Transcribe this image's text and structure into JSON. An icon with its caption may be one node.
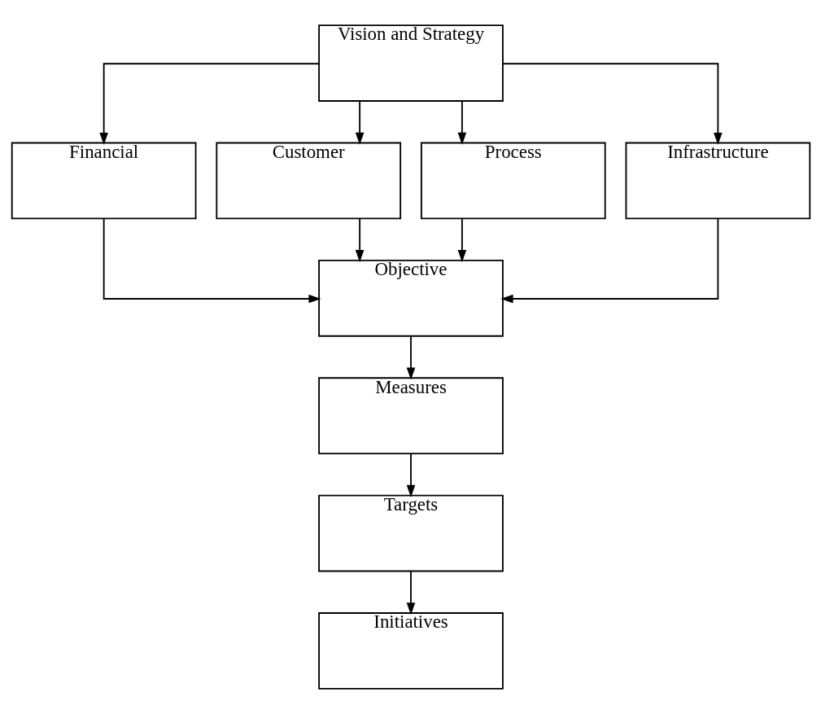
{
  "diagram": {
    "nodes": [
      {
        "text": [
          "Vision and Strategy"
        ]
      },
      {
        "text": [
          "Financial"
        ]
      },
      {
        "text": [
          "Customer"
        ]
      },
      {
        "text": [
          "Process"
        ]
      },
      {
        "text": [
          "Infrastructure"
        ]
      },
      {
        "text": [
          "Objective"
        ]
      },
      {
        "text": [
          "Measures"
        ]
      },
      {
        "text": [
          "Targets"
        ]
      },
      {
        "text": [
          "Initiatives"
        ]
      }
    ],
    "edges": [
      {
        "from": 0,
        "to": 1,
        "arrow": "to"
      },
      {
        "from": 0,
        "to": 2,
        "arrow": "to"
      },
      {
        "from": 0,
        "to": 3,
        "arrow": "to"
      },
      {
        "from": 0,
        "to": 4,
        "arrow": "to"
      },
      {
        "from": 1,
        "to": 5,
        "arrow": "to"
      },
      {
        "from": 2,
        "to": 5,
        "arrow": "to"
      },
      {
        "from": 3,
        "to": 5,
        "arrow": "to"
      },
      {
        "from": 4,
        "to": 5,
        "arrow": "to"
      },
      {
        "from": 5,
        "to": 6,
        "arrow": "to"
      },
      {
        "from": 6,
        "to": 7,
        "arrow": "to"
      },
      {
        "from": 7,
        "to": 8,
        "arrow": "to"
      }
    ]
  }
}
